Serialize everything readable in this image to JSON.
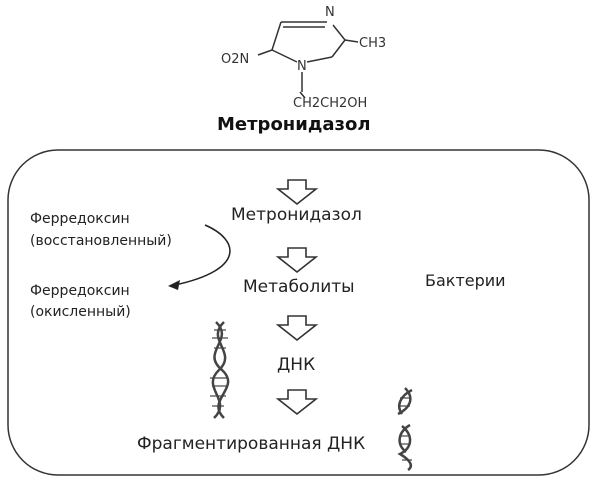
{
  "molecule": {
    "atoms": {
      "n_top": "N",
      "ch3": "CH3",
      "no2": "O2N",
      "n1": "N",
      "side_chain": "CH2CH2OH"
    },
    "name": "Метронидазол"
  },
  "cell": {
    "label": "Бактерии",
    "steps": [
      "Метронидазол",
      "Метаболиты",
      "ДНК",
      "Фрагментированная ДНК"
    ],
    "ferredoxin_reduced": [
      "Ферредоксин",
      "(восстановленный)"
    ],
    "ferredoxin_oxidized": [
      "Ферредоксин",
      "(окисленный)"
    ]
  },
  "icons": [
    "dna-helix-icon",
    "fragmented-dna-icon",
    "down-arrow-icon"
  ]
}
